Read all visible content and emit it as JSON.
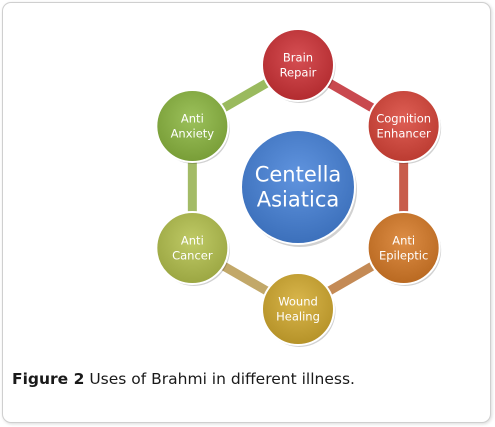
{
  "diagram": {
    "center": {
      "lines": [
        "Centella",
        "Asiatica"
      ],
      "color": "#4a7ec9"
    },
    "nodes": [
      {
        "id": "brain-repair",
        "lines": [
          "Brain",
          "Repair"
        ],
        "color": "#c0393d"
      },
      {
        "id": "cognition-enhancer",
        "lines": [
          "Cognition",
          "Enhancer"
        ],
        "color": "#c9493f"
      },
      {
        "id": "anti-epileptic",
        "lines": [
          "Anti",
          "Epileptic"
        ],
        "color": "#c7772f"
      },
      {
        "id": "wound-healing",
        "lines": [
          "Wound",
          "Healing"
        ],
        "color": "#c3a036"
      },
      {
        "id": "anti-cancer",
        "lines": [
          "Anti",
          "Cancer"
        ],
        "color": "#a9b450"
      },
      {
        "id": "anti-anxiety",
        "lines": [
          "Anti",
          "Anxiety"
        ],
        "color": "#86ab45"
      }
    ],
    "connectors": [
      {
        "from": "brain-repair",
        "to": "cognition-enhancer",
        "color": "#c9494f"
      },
      {
        "from": "cognition-enhancer",
        "to": "anti-epileptic",
        "color": "#c85d4c"
      },
      {
        "from": "anti-epileptic",
        "to": "wound-healing",
        "color": "#c48a55"
      },
      {
        "from": "wound-healing",
        "to": "anti-cancer",
        "color": "#c2a869"
      },
      {
        "from": "anti-cancer",
        "to": "anti-anxiety",
        "color": "#a3bb66"
      },
      {
        "from": "anti-anxiety",
        "to": "brain-repair",
        "color": "#9aba5e"
      }
    ]
  },
  "caption": {
    "label": "Figure 2",
    "text": "Uses of Brahmi in different illness."
  }
}
